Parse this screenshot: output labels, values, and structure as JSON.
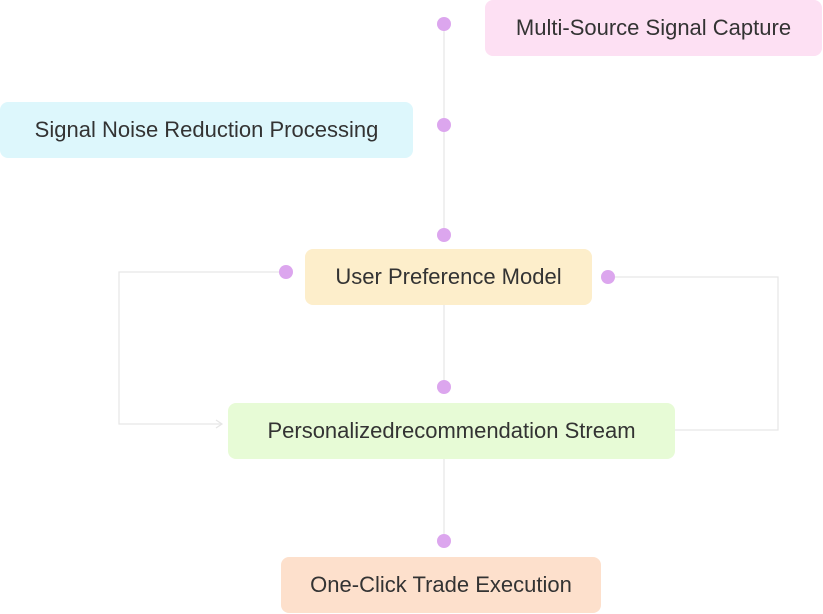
{
  "nodes": {
    "capture": {
      "label": "Multi-Source Signal Capture",
      "color": "#fde0f3"
    },
    "noise": {
      "label": "Signal Noise Reduction Processing",
      "color": "#ddf7fc"
    },
    "preference": {
      "label": "User Preference Model",
      "color": "#fdeecb"
    },
    "stream": {
      "label": "Personalizedrecommendation Stream",
      "color": "#e7fbd6"
    },
    "trade": {
      "label": "One-Click Trade Execution",
      "color": "#fde0cc"
    }
  },
  "colors": {
    "connector_dot": "#dca6ee",
    "connector_line": "#e6e6e6"
  }
}
